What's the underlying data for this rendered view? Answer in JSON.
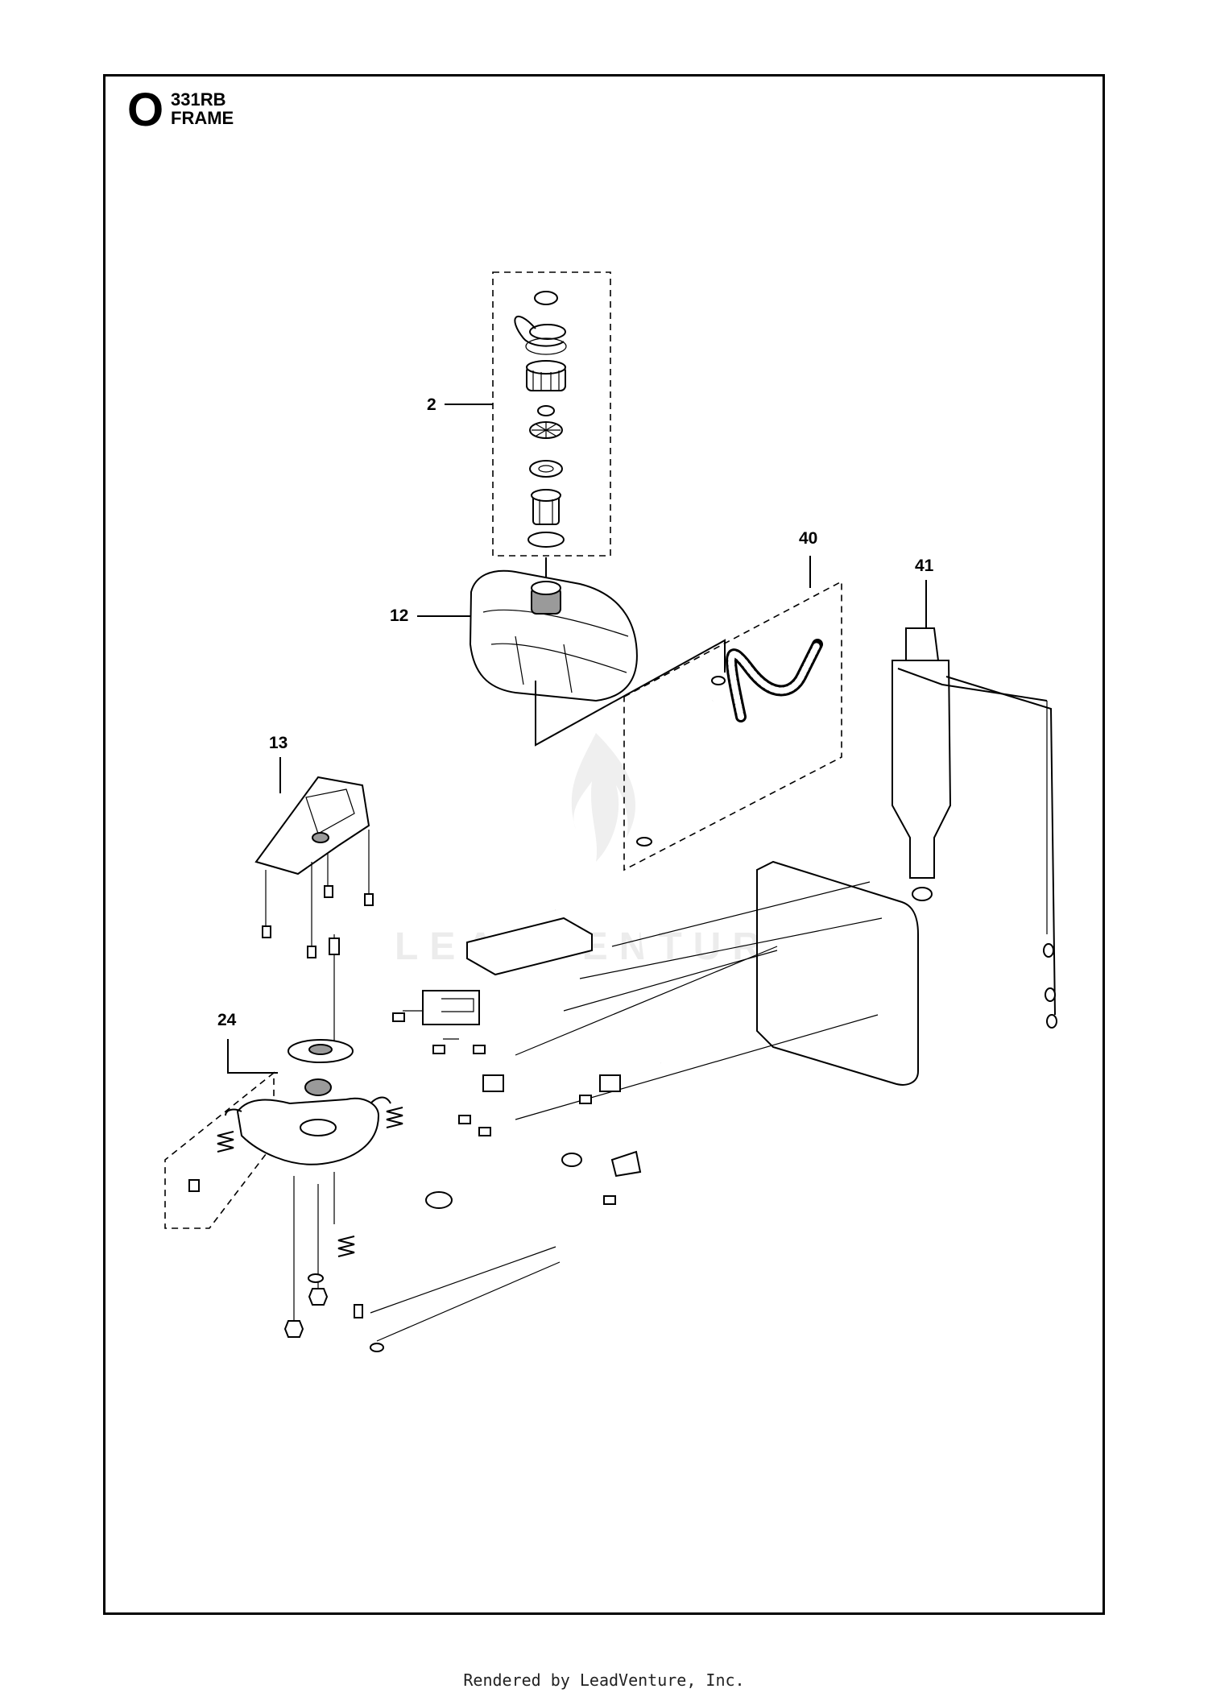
{
  "header": {
    "section_letter": "O",
    "model": "331RB",
    "title": "FRAME"
  },
  "callouts": [
    {
      "id": "2",
      "label": "2"
    },
    {
      "id": "12",
      "label": "12"
    },
    {
      "id": "13",
      "label": "13"
    },
    {
      "id": "24",
      "label": "24"
    },
    {
      "id": "40",
      "label": "40"
    },
    {
      "id": "41",
      "label": "41"
    }
  ],
  "watermark": "LEADVENTURE",
  "footer": "Rendered by LeadVenture, Inc."
}
